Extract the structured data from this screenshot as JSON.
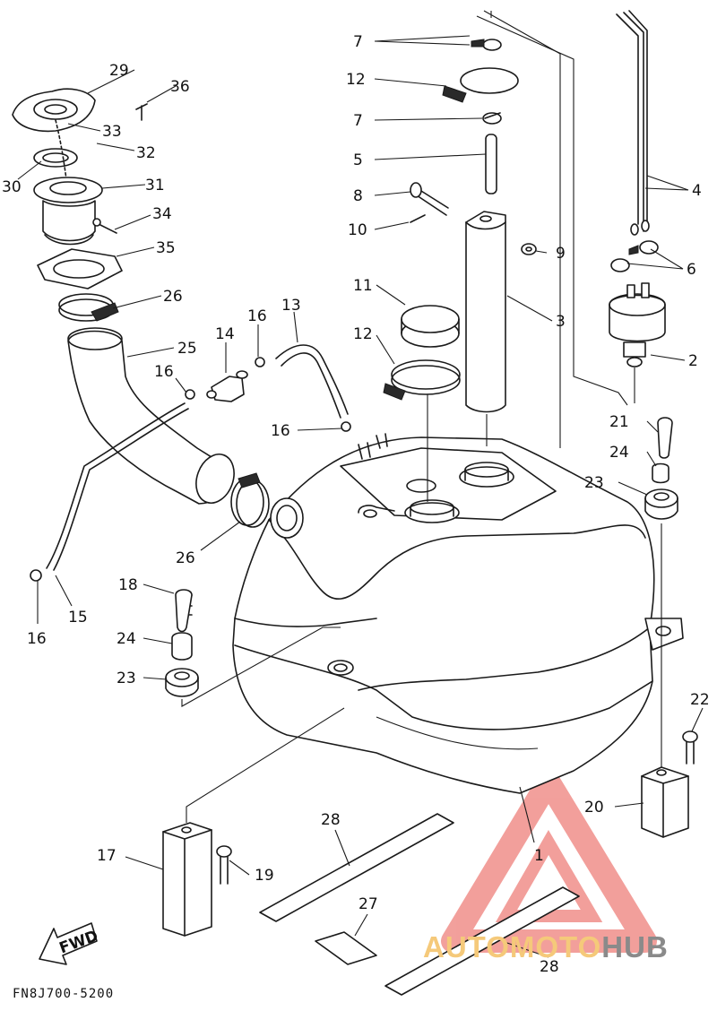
{
  "diagram": {
    "drawing_code": "FN8J700-5200",
    "fwd_label": "FWD",
    "callouts": [
      {
        "id": "c1",
        "text": "1"
      },
      {
        "id": "c2",
        "text": "2"
      },
      {
        "id": "c3",
        "text": "3"
      },
      {
        "id": "c4",
        "text": "4"
      },
      {
        "id": "c5",
        "text": "5"
      },
      {
        "id": "c6",
        "text": "6"
      },
      {
        "id": "c7a",
        "text": "7"
      },
      {
        "id": "c7b",
        "text": "7"
      },
      {
        "id": "c8",
        "text": "8"
      },
      {
        "id": "c9",
        "text": "9"
      },
      {
        "id": "c10",
        "text": "10"
      },
      {
        "id": "c11",
        "text": "11"
      },
      {
        "id": "c12a",
        "text": "12"
      },
      {
        "id": "c12b",
        "text": "12"
      },
      {
        "id": "c13",
        "text": "13"
      },
      {
        "id": "c14",
        "text": "14"
      },
      {
        "id": "c15",
        "text": "15"
      },
      {
        "id": "c16a",
        "text": "16"
      },
      {
        "id": "c16b",
        "text": "16"
      },
      {
        "id": "c16c",
        "text": "16"
      },
      {
        "id": "c16d",
        "text": "16"
      },
      {
        "id": "c17",
        "text": "17"
      },
      {
        "id": "c18",
        "text": "18"
      },
      {
        "id": "c19",
        "text": "19"
      },
      {
        "id": "c20",
        "text": "20"
      },
      {
        "id": "c21",
        "text": "21"
      },
      {
        "id": "c22",
        "text": "22"
      },
      {
        "id": "c23a",
        "text": "23"
      },
      {
        "id": "c23b",
        "text": "23"
      },
      {
        "id": "c24a",
        "text": "24"
      },
      {
        "id": "c24b",
        "text": "24"
      },
      {
        "id": "c25",
        "text": "25"
      },
      {
        "id": "c26a",
        "text": "26"
      },
      {
        "id": "c26b",
        "text": "26"
      },
      {
        "id": "c27",
        "text": "27"
      },
      {
        "id": "c28a",
        "text": "28"
      },
      {
        "id": "c28b",
        "text": "28"
      },
      {
        "id": "c29",
        "text": "29"
      },
      {
        "id": "c30",
        "text": "30"
      },
      {
        "id": "c31",
        "text": "31"
      },
      {
        "id": "c32",
        "text": "32"
      },
      {
        "id": "c33",
        "text": "33"
      },
      {
        "id": "c34",
        "text": "34"
      },
      {
        "id": "c35",
        "text": "35"
      },
      {
        "id": "c36",
        "text": "36"
      }
    ]
  },
  "watermark": {
    "text_part1": "AUTOMOTO",
    "text_part2": "HUB",
    "accent_color": "#e8524a",
    "text_color": "#f5c97a",
    "gray_color": "#8a8a8a"
  }
}
